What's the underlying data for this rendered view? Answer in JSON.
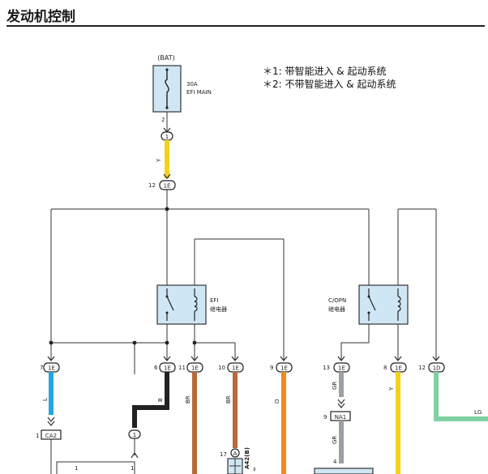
{
  "page": {
    "title": "发动机控制"
  },
  "notes": [
    "＊1: 带智能进入 & 起动系统",
    "＊2: 不带智能进入 & 起动系统"
  ],
  "fuse": {
    "source": "(BAT)",
    "rating": "30A",
    "name": "EFI MAIN",
    "pin": "2"
  },
  "connector_1": "1",
  "wire_colors": {
    "fuse_out": "Y",
    "w7": "L",
    "w6": "B",
    "w11": "BR",
    "w10": "BR",
    "w9": "O",
    "w13": "GR",
    "w13b": "GR",
    "w8": "Y",
    "w12": "LG"
  },
  "junction_top": {
    "pin": "12",
    "conn": "1E"
  },
  "relays": {
    "efi": {
      "name": "EFI",
      "desc": "继电器"
    },
    "copn": {
      "name": "C/OPN",
      "desc": "继电器"
    }
  },
  "terminals": [
    {
      "pin": "7",
      "conn": "1E"
    },
    {
      "pin": "6",
      "conn": "1E"
    },
    {
      "pin": "11",
      "conn": "1E"
    },
    {
      "pin": "10",
      "conn": "1E"
    },
    {
      "pin": "9",
      "conn": "1E"
    },
    {
      "pin": "13",
      "conn": "1E"
    },
    {
      "pin": "8",
      "conn": "1E"
    },
    {
      "pin": "12",
      "conn": "1D"
    }
  ],
  "connectors": {
    "ca2": {
      "pin": "1",
      "name": "CA2"
    },
    "na1": {
      "pin": "9",
      "name": "NA1"
    },
    "a42": {
      "pin": "17",
      "letter": "A",
      "name": "A42(B)",
      "suffix": "≈"
    }
  },
  "misc_pins": {
    "left1": "1",
    "left2": "1",
    "na_out": "4"
  },
  "colors": {
    "yellow": "#f2d21b",
    "blue": "#24a6e0",
    "black": "#222222",
    "brown": "#b8683a",
    "orange": "#ef8a1e",
    "gray": "#9aa0a6",
    "green": "#7fd1a4",
    "relay_fill": "#cfe6f4"
  }
}
